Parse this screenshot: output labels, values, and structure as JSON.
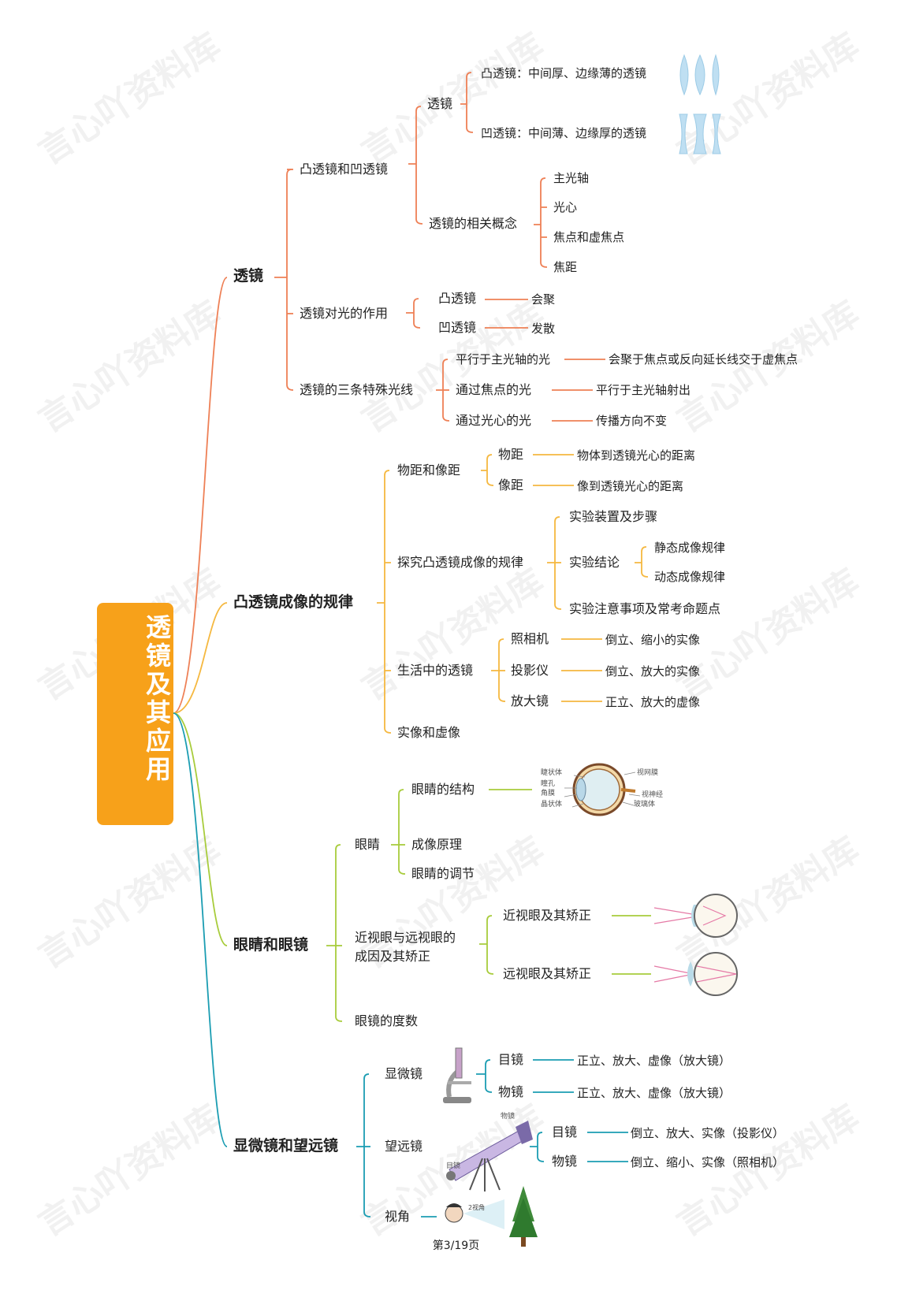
{
  "root": "透镜及其应用",
  "footer": "第3/19页",
  "watermark": "言心吖资料库",
  "colors": {
    "c1": "#ee8056",
    "c2": "#f5b840",
    "c3": "#a8cc3c",
    "c4": "#1b9db2",
    "root": "#f7a11a"
  },
  "b1": {
    "title": "透镜",
    "s1": {
      "label": "凸透镜和凹透镜",
      "lens": {
        "label": "透镜",
        "convex": "凸透镜：中间厚、边缘薄的透镜",
        "concave": "凹透镜：中间薄、边缘厚的透镜"
      },
      "concepts": {
        "label": "透镜的相关概念",
        "items": [
          "主光轴",
          "光心",
          "焦点和虚焦点",
          "焦距"
        ]
      }
    },
    "s2": {
      "label": "透镜对光的作用",
      "r1": [
        "凸透镜",
        "会聚"
      ],
      "r2": [
        "凹透镜",
        "发散"
      ]
    },
    "s3": {
      "label": "透镜的三条特殊光线",
      "r1": [
        "平行于主光轴的光",
        "会聚于焦点或反向延长线交于虚焦点"
      ],
      "r2": [
        "通过焦点的光",
        "平行于主光轴射出"
      ],
      "r3": [
        "通过光心的光",
        "传播方向不变"
      ]
    }
  },
  "b2": {
    "title": "凸透镜成像的规律",
    "s1": {
      "label": "物距和像距",
      "r1": [
        "物距",
        "物体到透镜光心的距离"
      ],
      "r2": [
        "像距",
        "像到透镜光心的距离"
      ]
    },
    "s2": {
      "label": "探究凸透镜成像的规律",
      "a": "实验装置及步骤",
      "b": "实验结论",
      "b1": "静态成像规律",
      "b2": "动态成像规律",
      "c": "实验注意事项及常考命题点"
    },
    "s3": {
      "label": "生活中的透镜",
      "r1": [
        "照相机",
        "倒立、缩小的实像"
      ],
      "r2": [
        "投影仪",
        "倒立、放大的实像"
      ],
      "r3": [
        "放大镜",
        "正立、放大的虚像"
      ]
    },
    "s4": "实像和虚像"
  },
  "b3": {
    "title": "眼睛和眼镜",
    "eye": {
      "label": "眼睛",
      "structure": "眼睛的结构",
      "principle": "成像原理",
      "adjust": "眼睛的调节",
      "parts": [
        "睫状体",
        "瞳孔",
        "角膜",
        "晶状体",
        "视网膜",
        "视神经",
        "玻璃体"
      ]
    },
    "myopia": {
      "label1": "近视眼与远视眼的",
      "label2": "成因及其矫正",
      "near": "近视眼及其矫正",
      "far": "远视眼及其矫正"
    },
    "degree": "眼镜的度数"
  },
  "b4": {
    "title": "显微镜和望远镜",
    "micro": {
      "label": "显微镜",
      "r1": [
        "目镜",
        "正立、放大、虚像（放大镜）"
      ],
      "r2": [
        "物镜",
        "正立、放大、虚像（放大镜）"
      ]
    },
    "tele": {
      "label": "望远镜",
      "r1": [
        "目镜",
        "倒立、放大、实像（投影仪）"
      ],
      "r2": [
        "物镜",
        "倒立、缩小、实像（照相机）"
      ],
      "tags": [
        "物镜",
        "目镜"
      ]
    },
    "angle": {
      "label": "视角",
      "tag": "2视角"
    }
  }
}
